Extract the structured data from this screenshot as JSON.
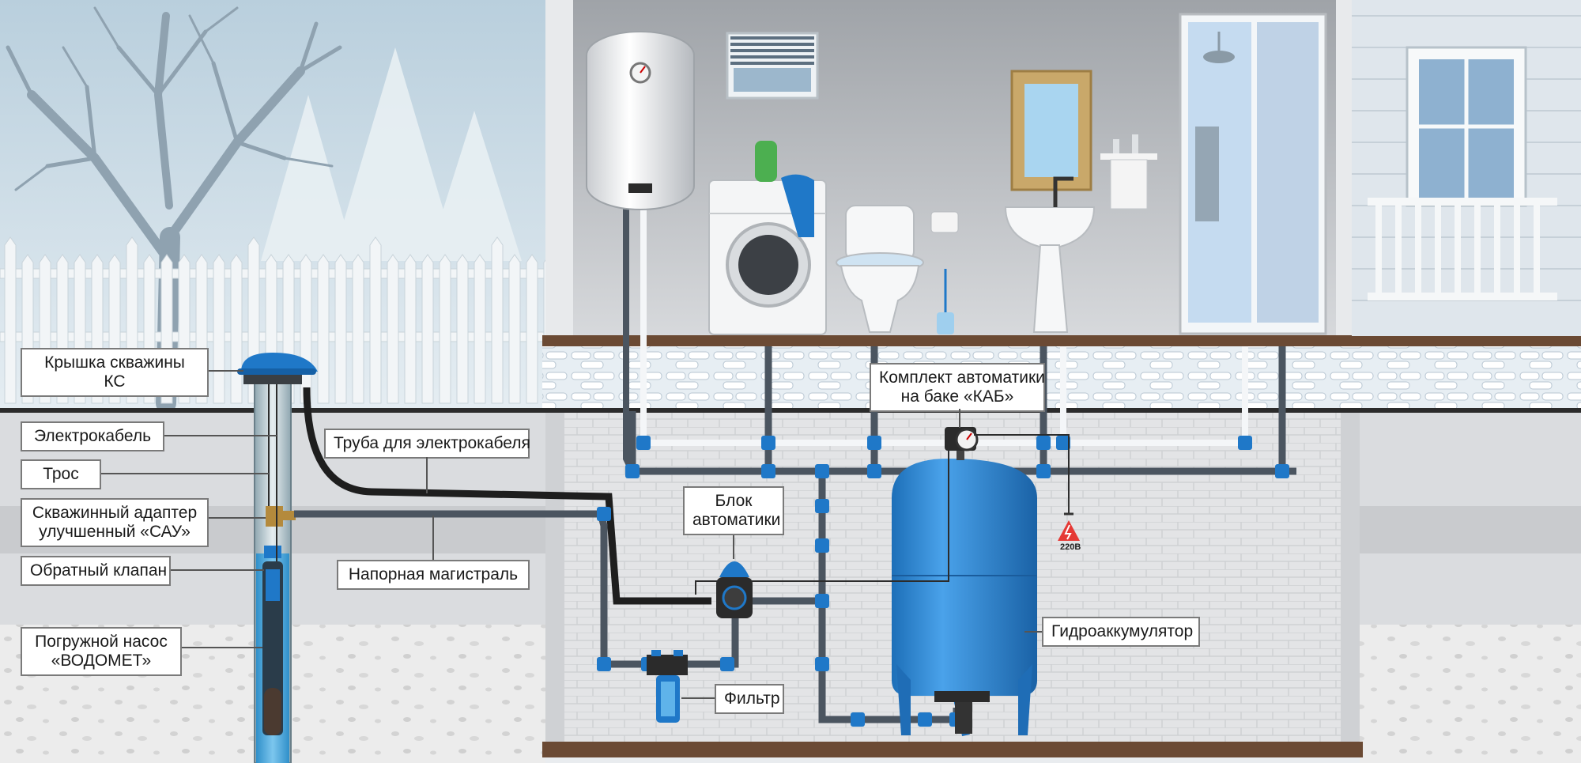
{
  "labels": {
    "well_cap": {
      "line1": "Крышка скважины",
      "line2": "КС"
    },
    "power_cable": "Электрокабель",
    "rope": "Трос",
    "well_adapter": {
      "line1": "Скважинный адаптер",
      "line2": "улучшенный «САУ»"
    },
    "check_valve": "Обратный клапан",
    "pump": {
      "line1": "Погружной насос",
      "line2": "«ВОДОМЕТ»"
    },
    "cable_pipe": "Труба для электрокабеля",
    "pressure_line": "Напорная магистраль",
    "control_block": {
      "line1": "Блок",
      "line2": "автоматики"
    },
    "automation_kit": {
      "line1": "Комплект автоматики",
      "line2": "на баке «КАБ»"
    },
    "accumulator": "Гидроаккумулятор",
    "filter": "Фильтр",
    "voltage": "220В"
  },
  "colors": {
    "pipe_grey": "#4b5560",
    "fitting_blue": "#1f78c8",
    "tank_blue": "#2b86d6",
    "floor_brown": "#6b4a34",
    "wall_grey": "#c4c6c9",
    "sky": "#c8d8e4"
  }
}
